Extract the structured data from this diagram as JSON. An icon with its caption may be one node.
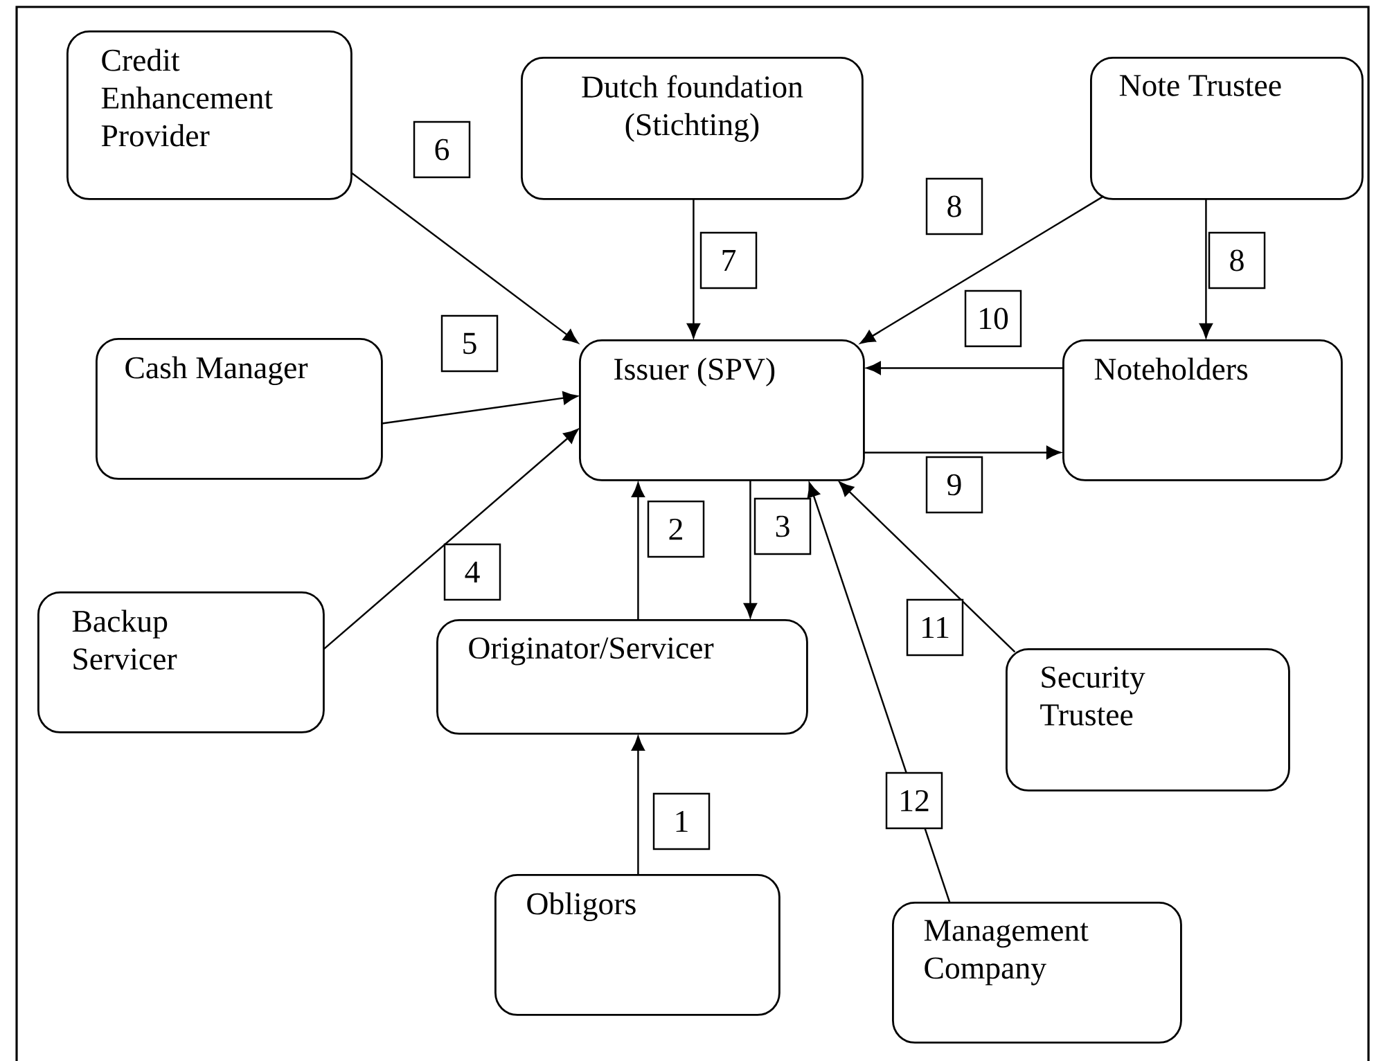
{
  "diagram": {
    "nodes": [
      {
        "text": [
          "Credit Enhancement Provider"
        ]
      },
      {
        "text": [
          "Dutch foundation (Stichting)"
        ]
      },
      {
        "text": [
          "Note Trustee"
        ]
      },
      {
        "text": [
          "Cash Manager"
        ]
      },
      {
        "text": [
          "Issuer (SPV)"
        ]
      },
      {
        "text": [
          "Noteholders"
        ]
      },
      {
        "text": [
          "Backup Servicer"
        ]
      },
      {
        "text": [
          "Originator/Servicer"
        ]
      },
      {
        "text": [
          "Security Trustee"
        ]
      },
      {
        "text": [
          "Obligors"
        ]
      },
      {
        "text": [
          "Management Company"
        ]
      }
    ],
    "edges": [
      {
        "from": 0,
        "to": 4,
        "arrow": "to",
        "label": "6"
      },
      {
        "from": 1,
        "to": 4,
        "arrow": "to",
        "label": "7"
      },
      {
        "from": 2,
        "to": 4,
        "arrow": "to",
        "label": "8"
      },
      {
        "from": 2,
        "to": 5,
        "arrow": "to",
        "label": "8"
      },
      {
        "from": 5,
        "to": 4,
        "arrow": "to",
        "label": "10"
      },
      {
        "from": 4,
        "to": 5,
        "arrow": "to",
        "label": "9"
      },
      {
        "from": 3,
        "to": 4,
        "arrow": "to",
        "label": "5"
      },
      {
        "from": 6,
        "to": 4,
        "arrow": "to",
        "label": "4"
      },
      {
        "from": 7,
        "to": 4,
        "arrow": "to",
        "label": "2"
      },
      {
        "from": 4,
        "to": 7,
        "arrow": "to",
        "label": "3"
      },
      {
        "from": 9,
        "to": 7,
        "arrow": "to",
        "label": "1"
      },
      {
        "from": 8,
        "to": 4,
        "arrow": "to",
        "label": "11"
      },
      {
        "from": 10,
        "to": 4,
        "arrow": "to",
        "label": "12"
      }
    ]
  }
}
